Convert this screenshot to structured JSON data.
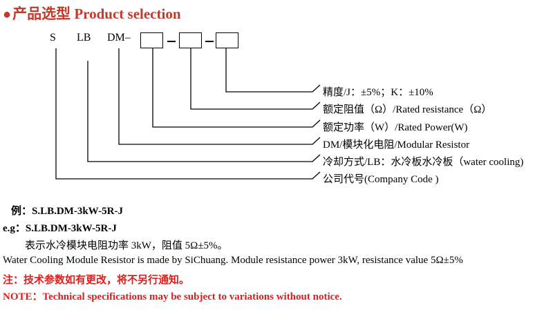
{
  "title": {
    "bullet": "●",
    "text": "产品选型 Product selection"
  },
  "code_parts": {
    "s": "S",
    "lb": "LB",
    "dm": "DM–"
  },
  "labels": [
    "精度/J：±5%；K：±10%",
    "额定阻值（Ω）/Rated resistance（Ω）",
    "额定功率（W）/Rated Power(W)",
    "DM/模块化电阻/Modular Resistor",
    "冷却方式/LB：水冷板水冷板（water cooling)",
    "公司代号(Company Code )"
  ],
  "example": {
    "zh": "例：S.LB.DM-3kW-5R-J",
    "en": "e.g：S.LB.DM-3kW-5R-J",
    "desc_zh": "表示水冷模块电阻功率 3kW，阻值 5Ω±5%。",
    "desc_en": "Water Cooling Module Resistor is made by SiChuang. Module resistance power 3kW, resistance value 5Ω±5%"
  },
  "notice": {
    "zh": "注：技术参数如有更改，将不另行通知。",
    "en": "NOTE：Technical specifications may be subject to variations without notice."
  },
  "colors": {
    "accent": "#c0392b",
    "notice": "#e21b1b"
  }
}
